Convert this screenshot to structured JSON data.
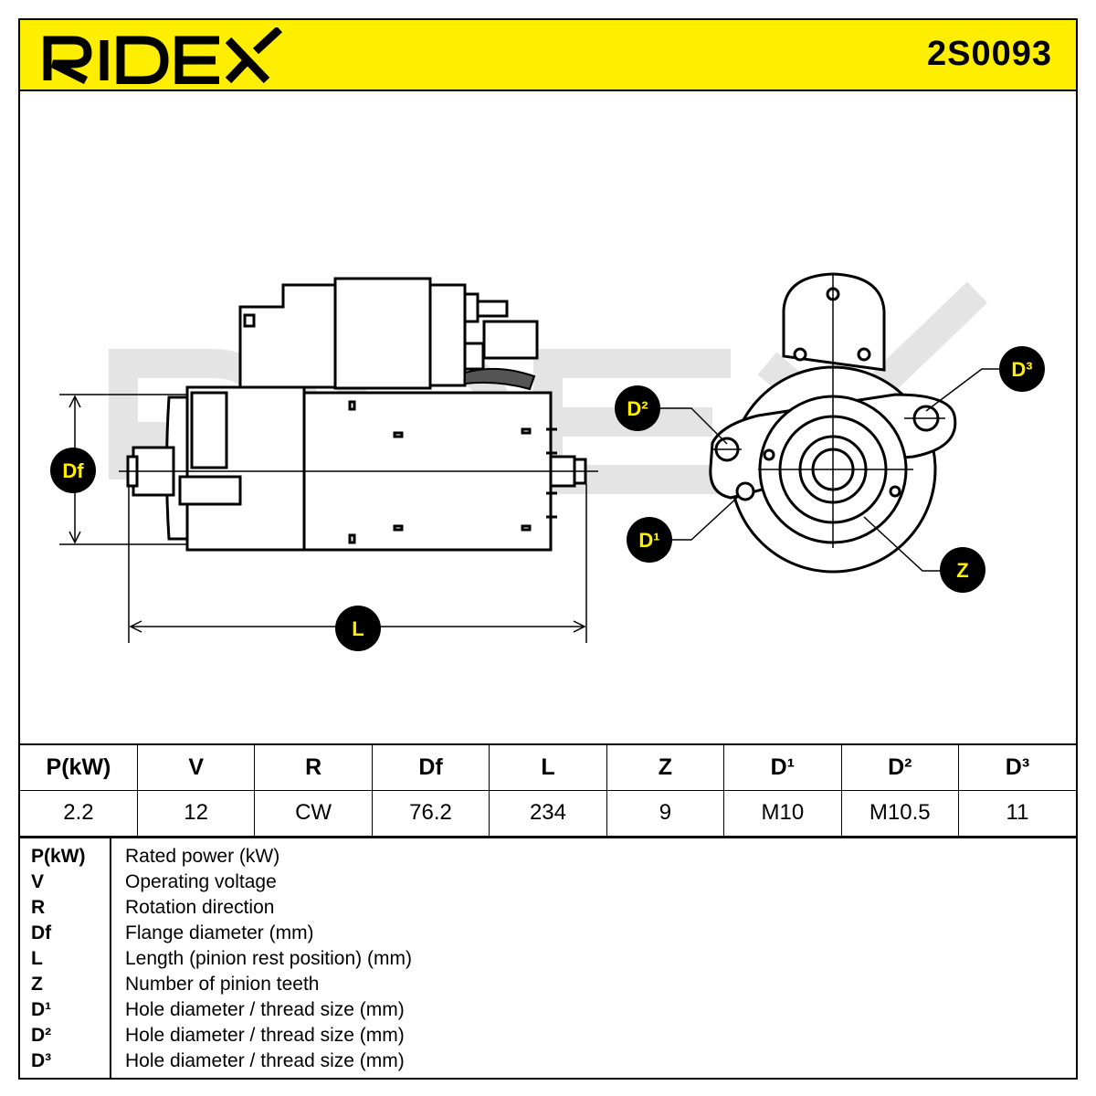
{
  "header": {
    "brand": "RIDEX",
    "part_number": "2S0093",
    "accent_color": "#ffee00"
  },
  "diagram": {
    "labels": {
      "df": "Df",
      "l": "L",
      "d1": "D¹",
      "d2": "D²",
      "d3": "D³",
      "z": "Z"
    },
    "watermark": "RIDEX"
  },
  "spec_table": {
    "headers": [
      "P(kW)",
      "V",
      "R",
      "Df",
      "L",
      "Z",
      "D¹",
      "D²",
      "D³"
    ],
    "values": [
      "2.2",
      "12",
      "CW",
      "76.2",
      "234",
      "9",
      "M10",
      "M10.5",
      "11"
    ]
  },
  "legend": [
    {
      "key": "P(kW)",
      "desc": "Rated power (kW)"
    },
    {
      "key": "V",
      "desc": "Operating voltage"
    },
    {
      "key": "R",
      "desc": "Rotation direction"
    },
    {
      "key": "Df",
      "desc": "Flange diameter (mm)"
    },
    {
      "key": "L",
      "desc": "Length (pinion rest position) (mm)"
    },
    {
      "key": "Z",
      "desc": "Number of pinion teeth"
    },
    {
      "key": "D¹",
      "desc": "Hole diameter / thread size (mm)"
    },
    {
      "key": "D²",
      "desc": "Hole diameter / thread size (mm)"
    },
    {
      "key": "D³",
      "desc": "Hole diameter / thread size (mm)"
    }
  ]
}
